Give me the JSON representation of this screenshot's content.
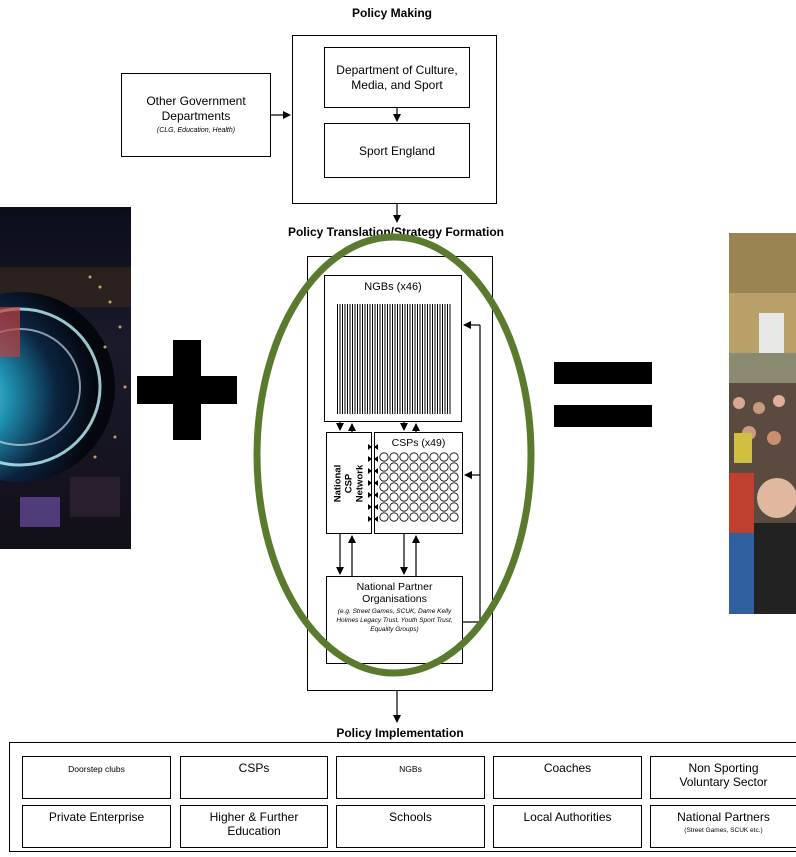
{
  "headers": {
    "policy_making": "Policy Making",
    "policy_translation": "Policy Translation/Strategy Formation",
    "policy_implementation": "Policy Implementation"
  },
  "policy_making": {
    "other_gov_title": "Other Government Departments",
    "other_gov_sub": "(CLG, Education, Health)",
    "dcms": "Department of Culture, Media, and Sport",
    "sport_england": "Sport England"
  },
  "strategy": {
    "ngbs": "NGBs (x46)",
    "csps": "CSPs (x49)",
    "national_csp_network": "National CSP Network",
    "npo_title": "National Partner Organisations",
    "npo_sub": "(e.g. Street Games, SCUK, Dame Kelly Holmes Legacy Trust, Youth Sport Trust, Equality Groups)"
  },
  "symbols": {
    "plus": "+",
    "equals": "="
  },
  "implementation": {
    "row1": [
      "Doorstep clubs",
      "CSPs",
      "NGBs",
      "Coaches",
      "Non Sporting Voluntary Sector"
    ],
    "row2": [
      "Private Enterprise",
      "Higher & Further Education",
      "Schools",
      "Local Authorities",
      "National Partners"
    ],
    "national_partners_sub": "(Street Games, SCUK etc.)"
  },
  "colors": {
    "ellipse": "#5a7a2e",
    "stadium_lights": "#2fd0d8",
    "night_sky": "#0a0d1a"
  },
  "images": {
    "left": "olympic-stadium-night-photo",
    "right": "marathon-runners-photo"
  }
}
